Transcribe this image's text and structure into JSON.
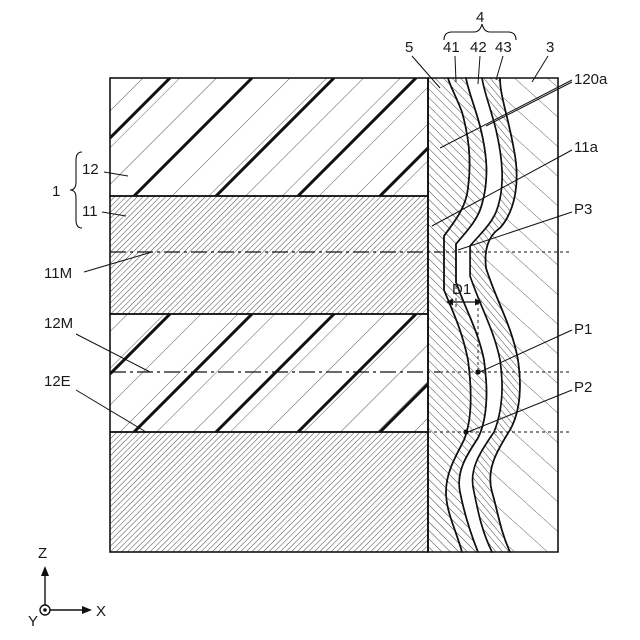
{
  "labels": {
    "group_4": "4",
    "layer_41": "41",
    "layer_42": "42",
    "layer_43": "43",
    "layer_5": "5",
    "layer_3": "3",
    "ref_120a": "120a",
    "ref_11a": "11a",
    "ref_p3": "P3",
    "ref_p1": "P1",
    "ref_p2": "P2",
    "ref_d1": "D1",
    "stack_1": "1",
    "layer_12": "12",
    "layer_11": "11",
    "ref_11m": "11M",
    "ref_12m": "12M",
    "ref_12e": "12E"
  },
  "axes": {
    "z": "Z",
    "x": "X",
    "y": "Y"
  }
}
